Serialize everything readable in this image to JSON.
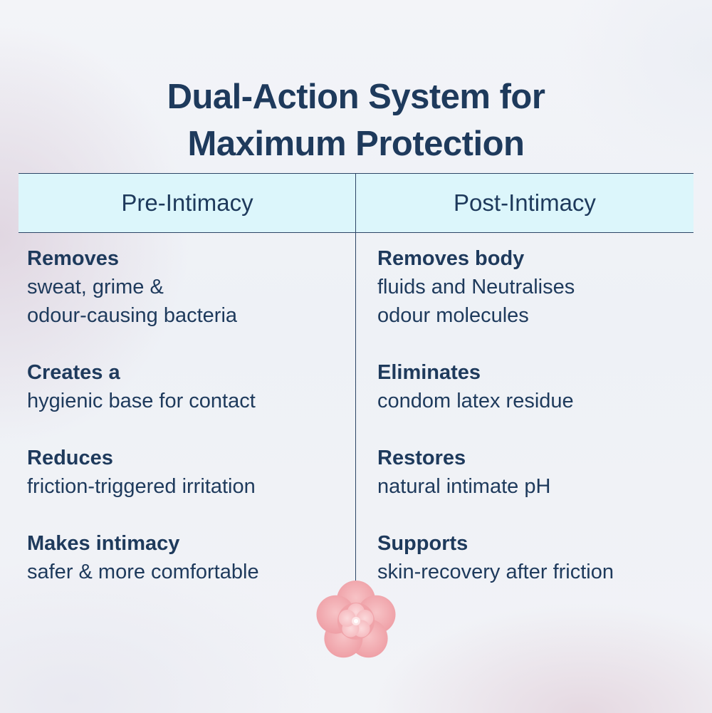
{
  "title": {
    "line1": "Dual-Action System for",
    "line2": "Maximum Protection"
  },
  "table": {
    "headers": [
      "Pre-Intimacy",
      "Post-Intimacy"
    ],
    "pre": [
      {
        "lead": "Removes",
        "body": [
          "sweat, grime &",
          "odour-causing bacteria"
        ]
      },
      {
        "lead": "Creates a",
        "body": [
          "hygienic base for contact"
        ]
      },
      {
        "lead": "Reduces",
        "body": [
          "friction-triggered irritation"
        ]
      },
      {
        "lead": "Makes intimacy",
        "body": [
          "safer & more comfortable"
        ]
      }
    ],
    "post": [
      {
        "lead": "Removes body",
        "body": [
          "fluids and Neutralises",
          "odour molecules"
        ]
      },
      {
        "lead": "Eliminates",
        "body": [
          "condom latex residue"
        ]
      },
      {
        "lead": "Restores",
        "body": [
          "natural intimate pH"
        ]
      },
      {
        "lead": "Supports",
        "body": [
          "skin-recovery after friction"
        ]
      }
    ]
  },
  "colors": {
    "text": "#1e3a5c",
    "header_bg": "#dcf6fb",
    "flower": "#f2a6ab"
  },
  "icons": {
    "flower": "flower-icon"
  }
}
